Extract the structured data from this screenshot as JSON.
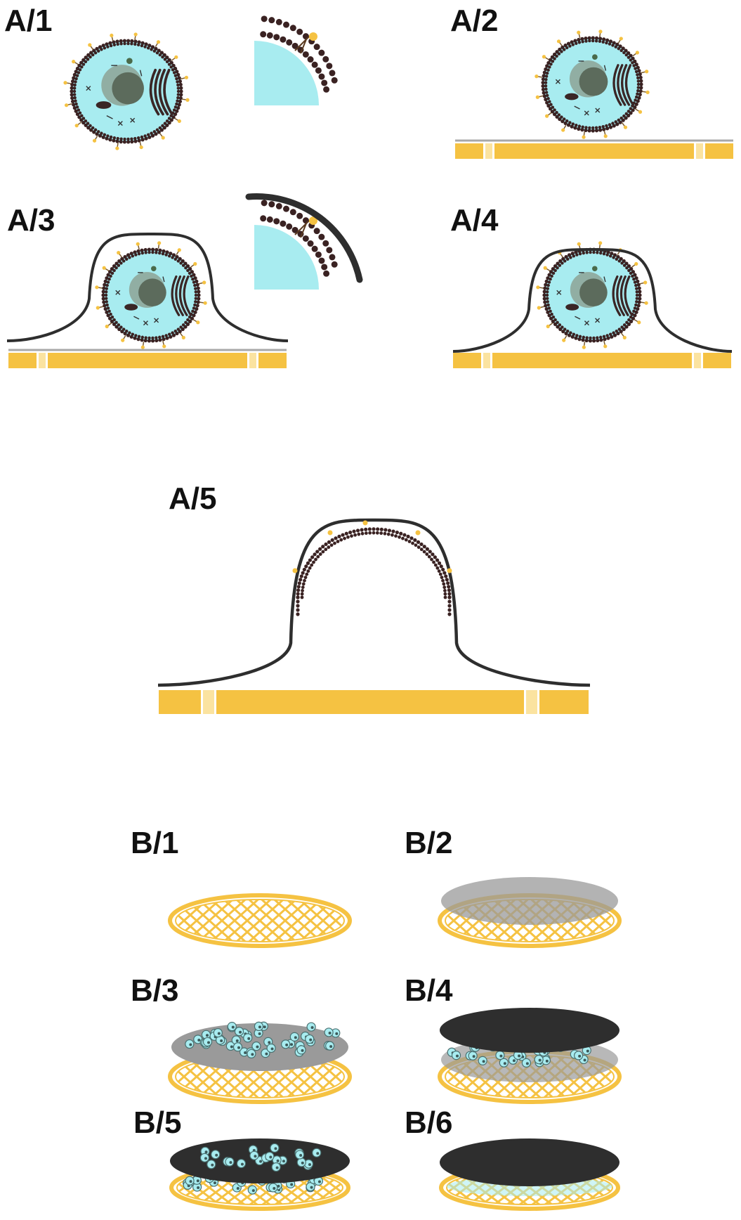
{
  "labels": {
    "a1": "A/1",
    "a2": "A/2",
    "a3": "A/3",
    "a4": "A/4",
    "a5": "A/5",
    "b1": "B/1",
    "b2": "B/2",
    "b3": "B/3",
    "b4": "B/4",
    "b5": "B/5",
    "b6": "B/6"
  },
  "colors": {
    "cytoplasm": "#a8ecf0",
    "nucleus": "#5c6b5c",
    "nucleus_halo": "#8a9a8a",
    "membrane": "#3a2222",
    "receptor": "#f5c242",
    "substrate": "#f5c242",
    "substrate_light": "#fbe3a0",
    "grey_film": "#9a9a9a",
    "coating": "#2e2e2e",
    "grid": "#f5c242",
    "cell_bead": "#a8ecf0"
  }
}
